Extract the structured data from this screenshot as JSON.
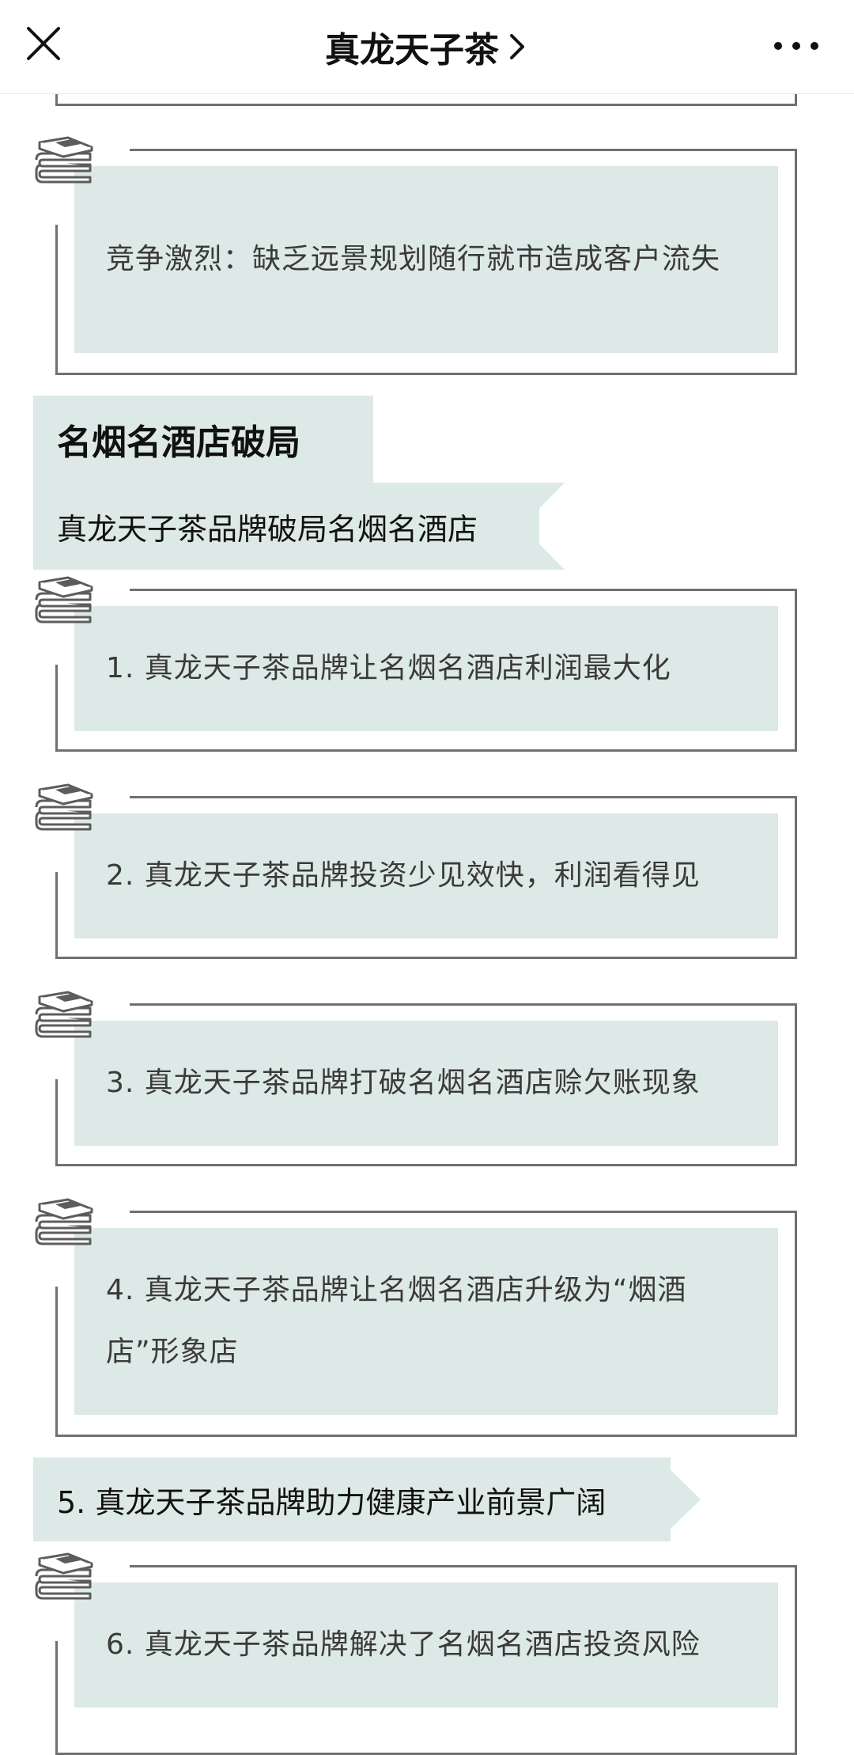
{
  "navbar": {
    "title": "真龙天子茶",
    "close_icon": "close-icon",
    "chevron_icon": "chevron-right-icon",
    "more_icon": "more-dots-icon"
  },
  "colors": {
    "panel": "#dde9e6",
    "frame": "#707070",
    "text": "#3a3a3a"
  },
  "cards": [
    {
      "icon": "book-stack-icon",
      "text": "竞争激烈：缺乏远景规划随行就市造成客户流失"
    },
    {
      "icon": "book-stack-icon",
      "text": "1. 真龙天子茶品牌让名烟名酒店利润最大化"
    },
    {
      "icon": "book-stack-icon",
      "text": "2. 真龙天子茶品牌投资少见效快，利润看得见"
    },
    {
      "icon": "book-stack-icon",
      "text": "3. 真龙天子茶品牌打破名烟名酒店赊欠账现象"
    },
    {
      "icon": "book-stack-icon",
      "text": "4. 真龙天子茶品牌让名烟名酒店升级为“烟酒店”形象店"
    },
    {
      "icon": "book-stack-icon",
      "text": "6. 真龙天子茶品牌解决了名烟名酒店投资风险"
    }
  ],
  "section": {
    "heading": "名烟名酒店破局",
    "subheading": "真龙天子茶品牌破局名烟名酒店"
  },
  "point5": "5. 真龙天子茶品牌助力健康产业前景广阔"
}
